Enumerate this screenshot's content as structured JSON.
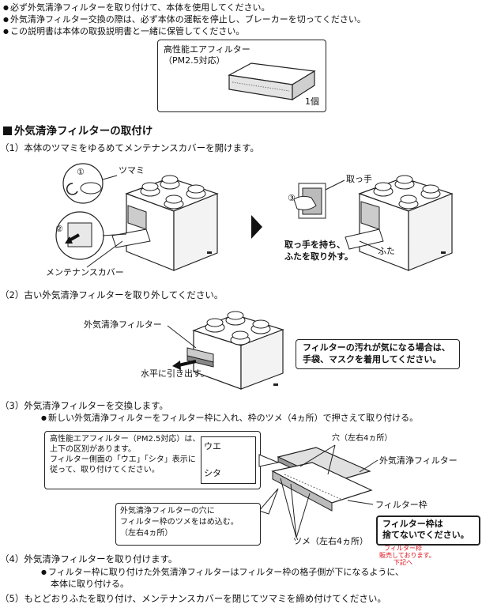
{
  "intro_bullets": [
    "必ず外気清浄フィルターを取り付けて、本体を使用してください。",
    "外気清浄フィルター交換の際は、必ず本体の運転を停止し、ブレーカーを切ってください。",
    "この説明書は本体の取扱説明書と一緒に保管してください。"
  ],
  "product": {
    "name_line1": "高性能エアフィルター",
    "name_line2": "（PM2.5対応）",
    "quantity": "1個"
  },
  "section_title": "外気清浄フィルターの取付け",
  "step1": {
    "text": "（1）本体のツマミをゆるめてメンテナンスカバーを開けます。",
    "num1": "①",
    "num2": "②",
    "num3": "③",
    "knob_label": "ツマミ",
    "cover_label": "メンテナンスカバー",
    "handle_label": "取っ手",
    "lid_label": "ふた",
    "instruction_line1": "取っ手を持ち、",
    "instruction_line2": "ふたを取り外す。"
  },
  "step2": {
    "text": "（2）古い外気清浄フィルターを取り外してください。",
    "filter_label": "外気清浄フィルター",
    "pull_label": "水平に引き出す。",
    "warning_line1": "フィルターの汚れが気になる場合は、",
    "warning_line2": "手袋、マスクを着用してください。"
  },
  "step3": {
    "text": "（3）外気清浄フィルターを交換します。",
    "bullet": "新しい外気清浄フィルターをフィルター枠に入れ、枠のツメ（4ヵ所）で押さえて取り付ける。",
    "note_line1": "高性能エアフィルター（PM2.5対応）は、",
    "note_line2": "上下の区別があります。",
    "note_line3": "フィルター側面の「ウエ」「シタ」表示に",
    "note_line4": "従って、取り付けてください。",
    "label_top": "ウエ",
    "label_bottom": "シタ",
    "hole_label": "穴（左右4ヵ所）",
    "filter_label": "外気清浄フィルター",
    "frame_label": "フィルター枠",
    "claw_note_line1": "外気清浄フィルターの穴に",
    "claw_note_line2": "フィルター枠のツメをはめ込む。",
    "claw_note_line3": "（左右4ヵ所）",
    "claw_label": "ツメ（左右4ヵ所）",
    "keep_line1": "フィルター枠は",
    "keep_line2": "捨てないでください。",
    "sold_line1": "フィルター枠",
    "sold_line2": "販売しております。",
    "sold_line3": "下記へ"
  },
  "step4": {
    "text": "（4）外気清浄フィルターを取り付けます。",
    "bullet_line1": "フィルター枠に取り付けた外気清浄フィルターはフィルター枠の格子側が下になるように、",
    "bullet_line2": "本体に取り付ける。"
  },
  "step5": {
    "text": "（5）もとどおりふたを取り付け、メンテナンスカバーを閉じてツマミを締め付けてください。"
  },
  "colors": {
    "red_note": "#e0101a",
    "line": "#222222"
  }
}
